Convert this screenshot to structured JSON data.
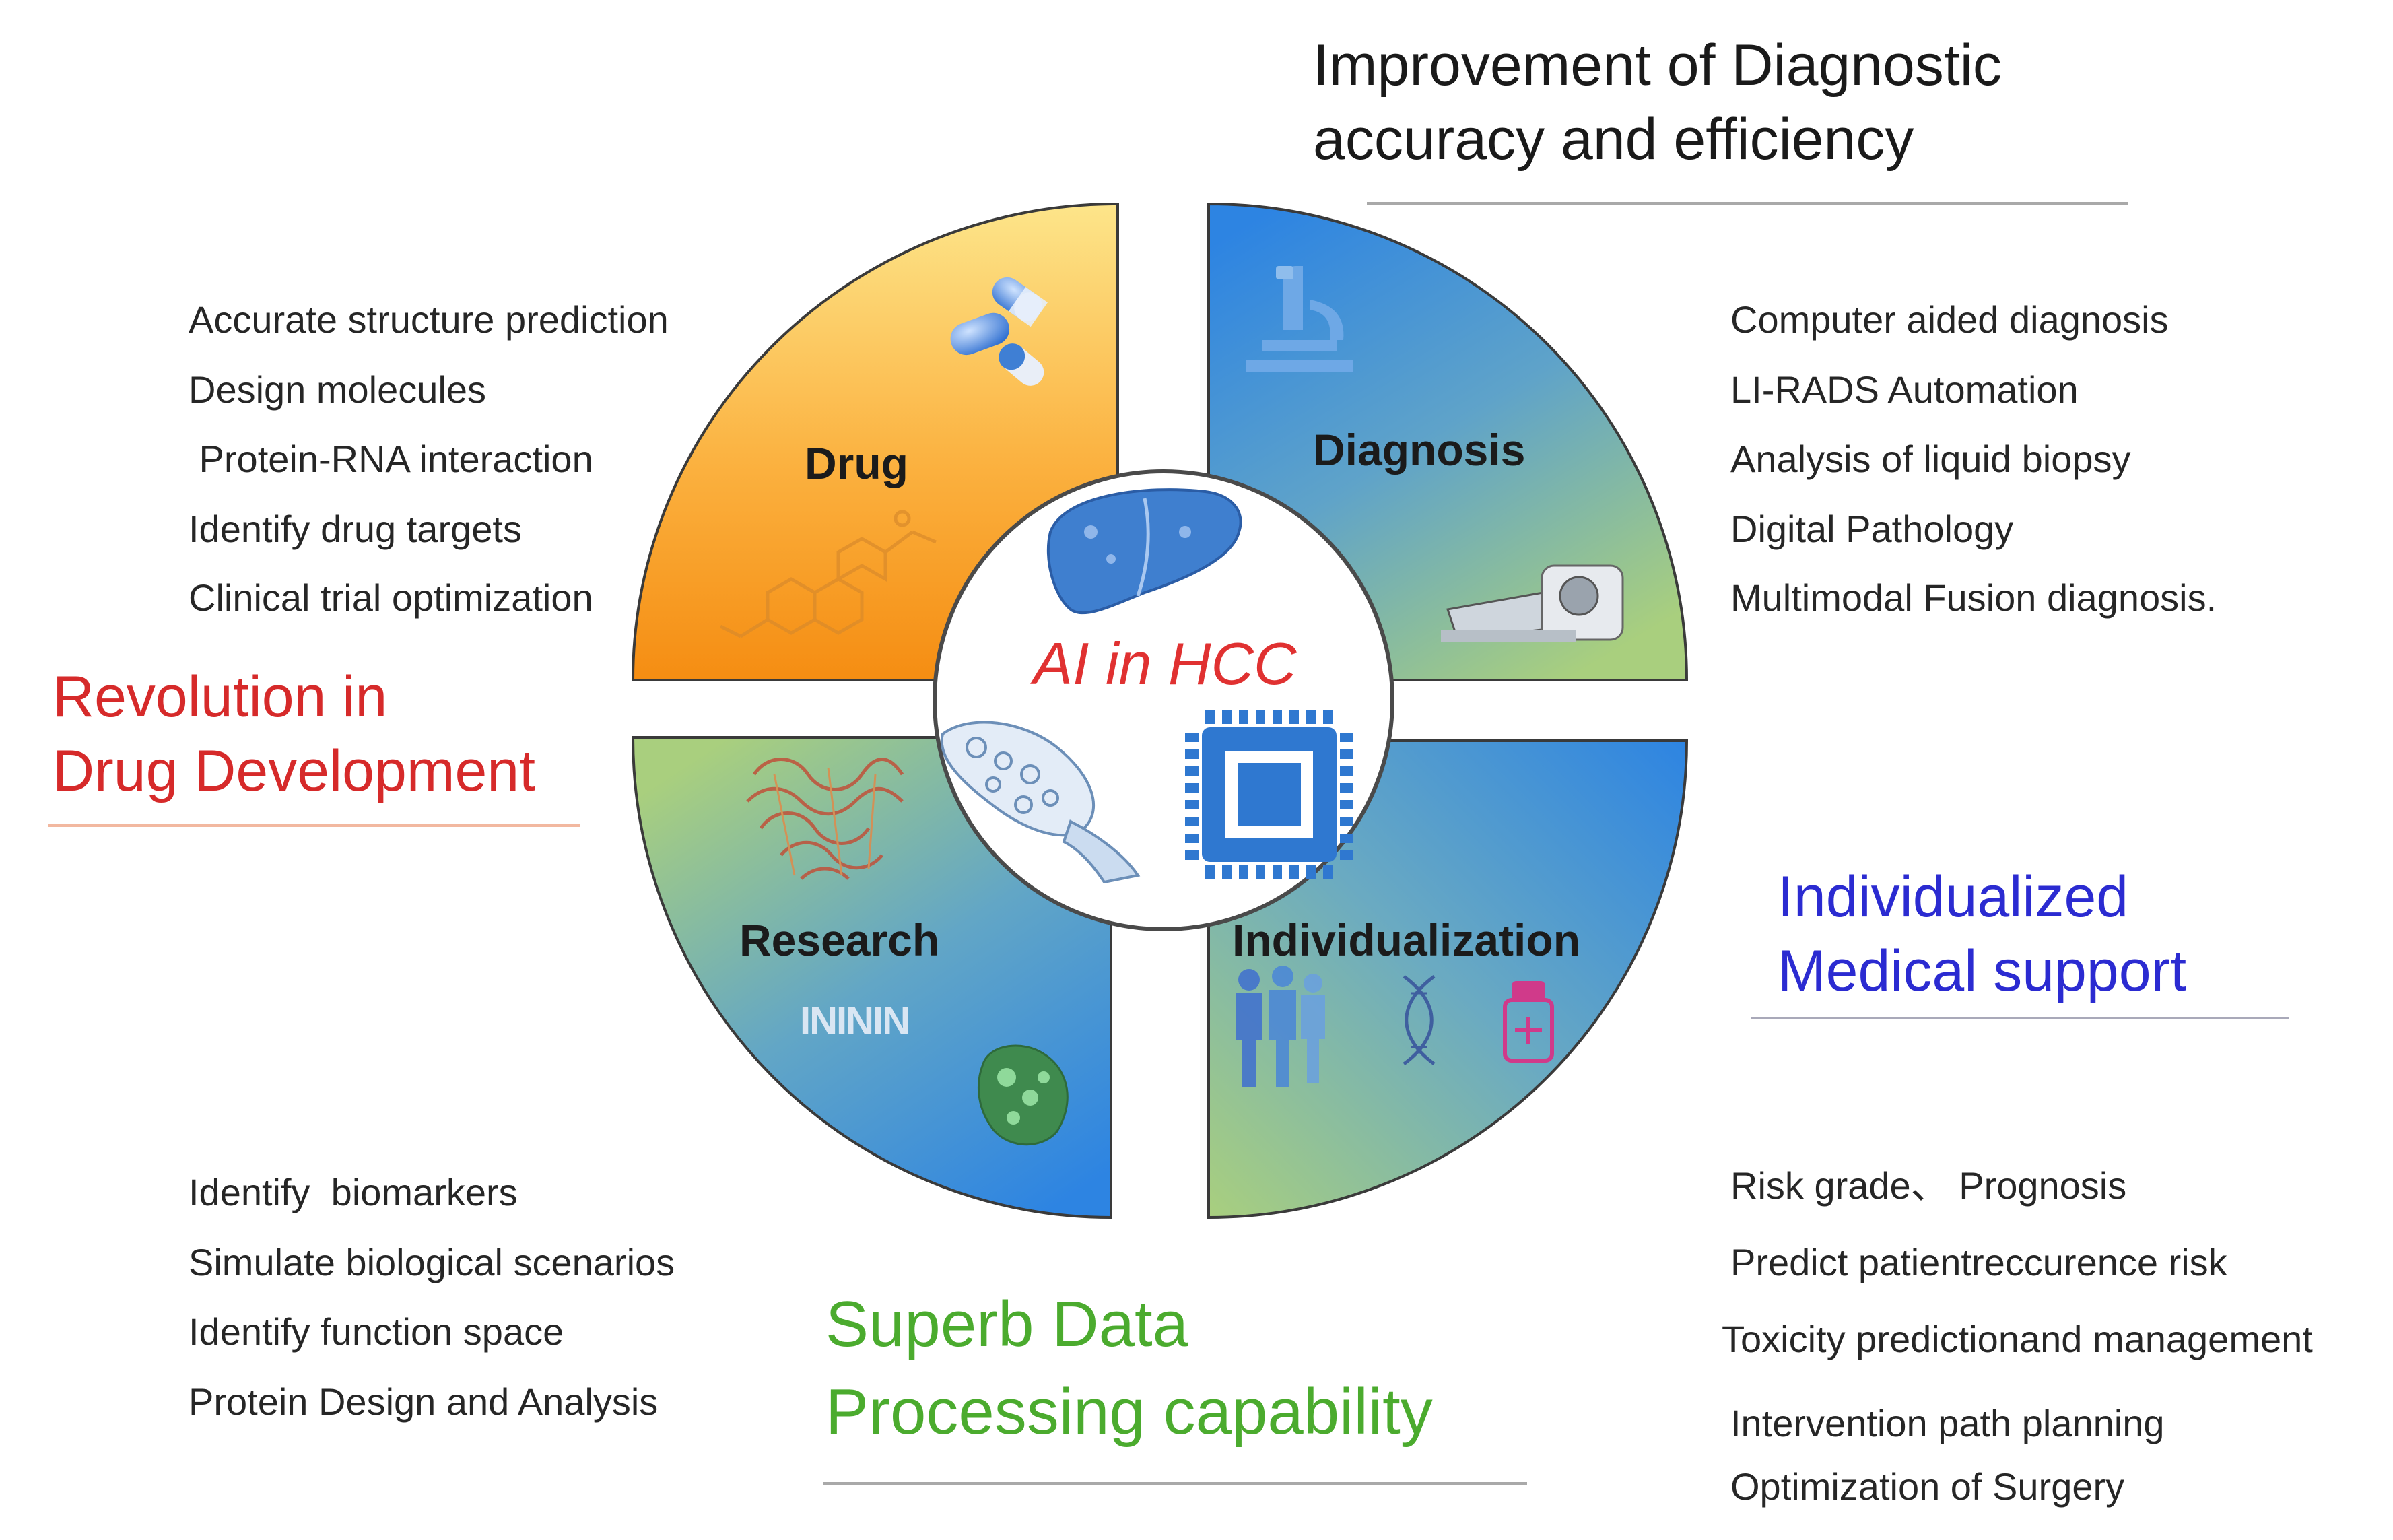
{
  "center": {
    "label": "AI in HCC",
    "label_color": "#e03131"
  },
  "quadrants": {
    "drug": {
      "label": "Drug"
    },
    "diagnosis": {
      "label": "Diagnosis"
    },
    "research": {
      "label": "Research"
    },
    "individualization": {
      "label": "Individualization"
    }
  },
  "headlines": {
    "diagnostic": {
      "lines": [
        "Improvement of Diagnostic",
        "accuracy and efficiency"
      ],
      "color": "#1a1a1a"
    },
    "drug_dev": {
      "lines": [
        "Revolution in",
        "Drug Development"
      ],
      "color": "#d62a2a"
    },
    "individualized": {
      "lines": [
        "Individualized",
        "Medical support"
      ],
      "color": "#2b2bd1"
    },
    "data_processing": {
      "lines": [
        "Superb Data",
        "Processing capability"
      ],
      "color": "#4bab2e"
    }
  },
  "lists": {
    "drug": [
      "Accurate structure prediction",
      "Design molecules",
      " Protein-RNA interaction",
      "Identify drug targets",
      "Clinical trial optimization"
    ],
    "diagnosis": [
      "Computer aided diagnosis",
      "LI-RADS Automation",
      "Analysis of liquid biopsy",
      "Digital Pathology",
      "Multimodal Fusion diagnosis."
    ],
    "research": [
      "Identify  biomarkers",
      "Simulate biological scenarios",
      "Identify function space",
      "Protein Design and Analysis"
    ],
    "individualization": [
      "Risk grade、 Prognosis",
      "Predict patientreccurence risk",
      "Toxicity predictionand management",
      "Intervention path planning",
      "Optimization of Surgery"
    ]
  },
  "research_glyph": "INININ",
  "colors": {
    "drug_light": "#fde58a",
    "drug_dark": "#f7941d",
    "diagnosis_blue": "#2f86e0",
    "diagnosis_green": "#a9cf7e",
    "research_blue": "#2f86e0",
    "research_green": "#a9cf7e",
    "individual_blue": "#2f86e0",
    "individual_green": "#a9cf7e",
    "chip": "#2f78d0",
    "liver": "#3f7fcf"
  },
  "icons": [
    "pill-capsules-icon",
    "molecule-structure-icon",
    "microscope-icon",
    "ct-scanner-icon",
    "liver-icon",
    "ai-chip-icon",
    "pancreas-tissue-icon",
    "protein-ribbon-icon",
    "protein-surface-icon",
    "human-figures-icon",
    "dna-helix-icon",
    "medicine-bottle-icon"
  ]
}
